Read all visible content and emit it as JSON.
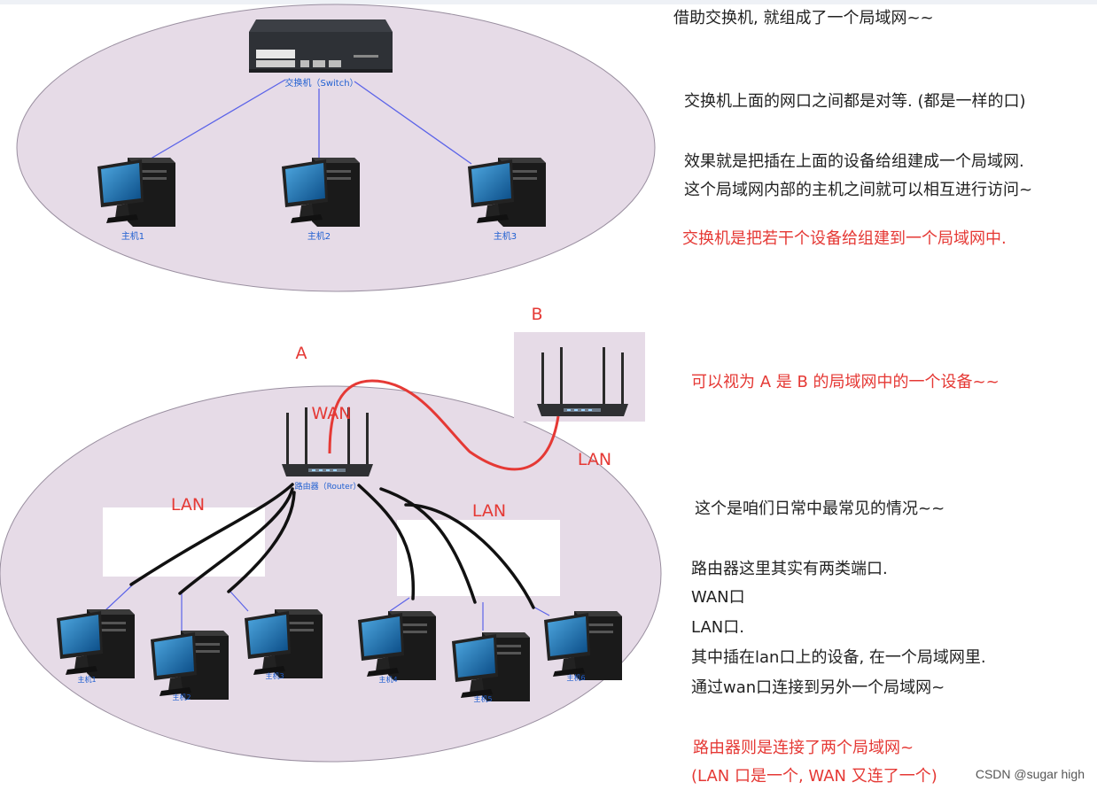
{
  "diagram_top": {
    "switch_label": "交换机（Switch）",
    "hosts": [
      "主机1",
      "主机2",
      "主机3"
    ]
  },
  "diagram_bottom": {
    "label_a": "A",
    "label_b": "B",
    "wan": "WAN",
    "lan_right": "LAN",
    "lan_left": "LAN",
    "lan_mid": "LAN",
    "router_label": "路由器（Router）",
    "hosts": [
      "主机1",
      "主机2",
      "主机3",
      "主机4",
      "主机5",
      "主机6"
    ]
  },
  "notes": {
    "n1": "借助交换机, 就组成了一个局域网~~",
    "n2": "交换机上面的网口之间都是对等. (都是一样的口)",
    "n3": "效果就是把插在上面的设备给组建成一个局域网.",
    "n4": "这个局域网内部的主机之间就可以相互进行访问~",
    "n5": "交换机是把若干个设备给组建到一个局域网中.",
    "n6": "可以视为 A 是 B 的局域网中的一个设备~~",
    "n7": "这个是咱们日常中最常见的情况~~",
    "n8": "路由器这里其实有两类端口.",
    "n9": "WAN口",
    "n10": "LAN口.",
    "n11": "其中插在lan口上的设备, 在一个局域网里.",
    "n12": "通过wan口连接到另外一个局域网~",
    "n13": "路由器则是连接了两个局域网~",
    "n14": "(LAN 口是一个, WAN 又连了一个)"
  },
  "watermark": "CSDN @sugar high",
  "colors": {
    "ellipse": "#e6dbe7",
    "link": "#5b63e8",
    "red": "#e53935",
    "label_blue": "#1f5fd1"
  }
}
